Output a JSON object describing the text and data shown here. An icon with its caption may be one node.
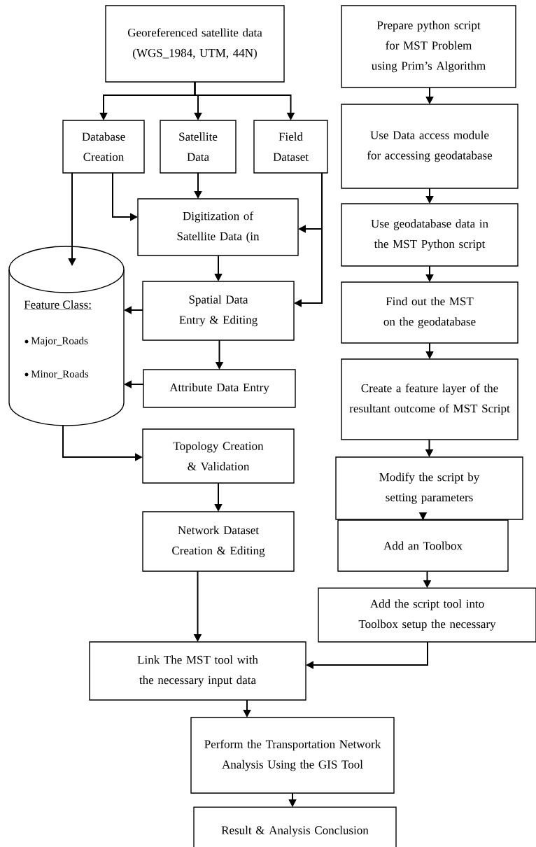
{
  "diagram": {
    "nodes": [
      {
        "text": [
          "Georeferenced satellite data (WGS_1984, UTM, 44N)"
        ]
      },
      {
        "text": [
          "Database Creation"
        ]
      },
      {
        "text": [
          "Satellite Data"
        ]
      },
      {
        "text": [
          "Field Dataset"
        ]
      },
      {
        "text": [
          "Digitization of Satellite Data (in"
        ]
      },
      {
        "text": [
          "Feature Class:",
          "Major_Roads",
          "Minor_Roads"
        ]
      },
      {
        "text": [
          "Spatial Data Entry & Editing"
        ]
      },
      {
        "text": [
          "Attribute Data Entry"
        ]
      },
      {
        "text": [
          "Topology Creation & Validation"
        ]
      },
      {
        "text": [
          "Network Dataset Creation & Editing"
        ]
      },
      {
        "text": [
          "Link The MST tool with the necessary input data"
        ]
      },
      {
        "text": [
          "Perform the Transportation Network Analysis Using the GIS Tool"
        ]
      },
      {
        "text": [
          "Result & Analysis Conclusion"
        ]
      },
      {
        "text": [
          "Prepare python script for MST Problem using Prim’s Algorithm"
        ]
      },
      {
        "text": [
          "Use Data access module for accessing geodatabase"
        ]
      },
      {
        "text": [
          "Use geodatabase data in the MST Python script"
        ]
      },
      {
        "text": [
          "Find out the MST on the geodatabase"
        ]
      },
      {
        "text": [
          "Create a feature layer of the resultant outcome of MST Script"
        ]
      },
      {
        "text": [
          "Modify the script by setting parameters"
        ]
      },
      {
        "text": [
          "Add an Toolbox"
        ]
      },
      {
        "text": [
          "Add the script tool into Toolbox setup the necessary"
        ]
      }
    ],
    "edges": [
      {
        "from": 0,
        "to": 1,
        "arrow": "to"
      },
      {
        "from": 0,
        "to": 2,
        "arrow": "to"
      },
      {
        "from": 0,
        "to": 3,
        "arrow": "to"
      },
      {
        "from": 1,
        "to": 5,
        "arrow": "to"
      },
      {
        "from": 1,
        "to": 4,
        "arrow": "to"
      },
      {
        "from": 2,
        "to": 4,
        "arrow": "to"
      },
      {
        "from": 3,
        "to": 4,
        "arrow": "to"
      },
      {
        "from": 3,
        "to": 6,
        "arrow": "to"
      },
      {
        "from": 4,
        "to": 6,
        "arrow": "to"
      },
      {
        "from": 6,
        "to": 5,
        "arrow": "to"
      },
      {
        "from": 6,
        "to": 7,
        "arrow": "to"
      },
      {
        "from": 7,
        "to": 5,
        "arrow": "to"
      },
      {
        "from": 5,
        "to": 8,
        "arrow": "to"
      },
      {
        "from": 8,
        "to": 9,
        "arrow": "to"
      },
      {
        "from": 9,
        "to": 10,
        "arrow": "to"
      },
      {
        "from": 13,
        "to": 14,
        "arrow": "to"
      },
      {
        "from": 14,
        "to": 15,
        "arrow": "to"
      },
      {
        "from": 15,
        "to": 16,
        "arrow": "to"
      },
      {
        "from": 16,
        "to": 17,
        "arrow": "to"
      },
      {
        "from": 17,
        "to": 18,
        "arrow": "to"
      },
      {
        "from": 18,
        "to": 19,
        "arrow": "to"
      },
      {
        "from": 19,
        "to": 20,
        "arrow": "to"
      },
      {
        "from": 20,
        "to": 10,
        "arrow": "to"
      },
      {
        "from": 10,
        "to": 11,
        "arrow": "to"
      },
      {
        "from": 11,
        "to": 12,
        "arrow": "to"
      }
    ]
  }
}
